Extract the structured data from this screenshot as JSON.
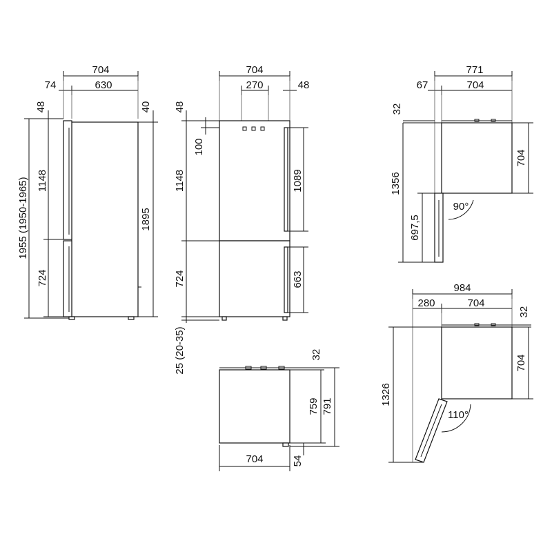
{
  "side_view": {
    "depth_total": "704",
    "handle_depth": "74",
    "cabinet_depth": "630",
    "top_offset_left": "48",
    "top_offset_right": "40",
    "fridge_height": "1148",
    "freezer_height": "724",
    "total_height": "1955 (1950-1965)",
    "body_height": "1895"
  },
  "front_view": {
    "width": "704",
    "hinge_spacing": "270",
    "side_offset": "48",
    "top_offset": "48",
    "top_inset": "100",
    "fridge_height": "1148",
    "freezer_height": "724",
    "foot_height": "25 (20-35)",
    "fridge_door_height": "1089",
    "freezer_door_height": "663"
  },
  "top_view_bottom": {
    "top_gap": "32",
    "depth": "759",
    "depth_with_handle": "791",
    "width": "704",
    "handle": "54"
  },
  "door_90": {
    "total_width": "771",
    "hinge_offset": "67",
    "width": "704",
    "top_gap": "32",
    "depth": "704",
    "open_depth": "1356",
    "door_width": "697,5",
    "angle": "90°"
  },
  "door_110": {
    "total_width": "984",
    "hinge_offset": "280",
    "width": "704",
    "top_gap": "32",
    "depth": "704",
    "open_depth": "1326",
    "angle": "110°"
  }
}
